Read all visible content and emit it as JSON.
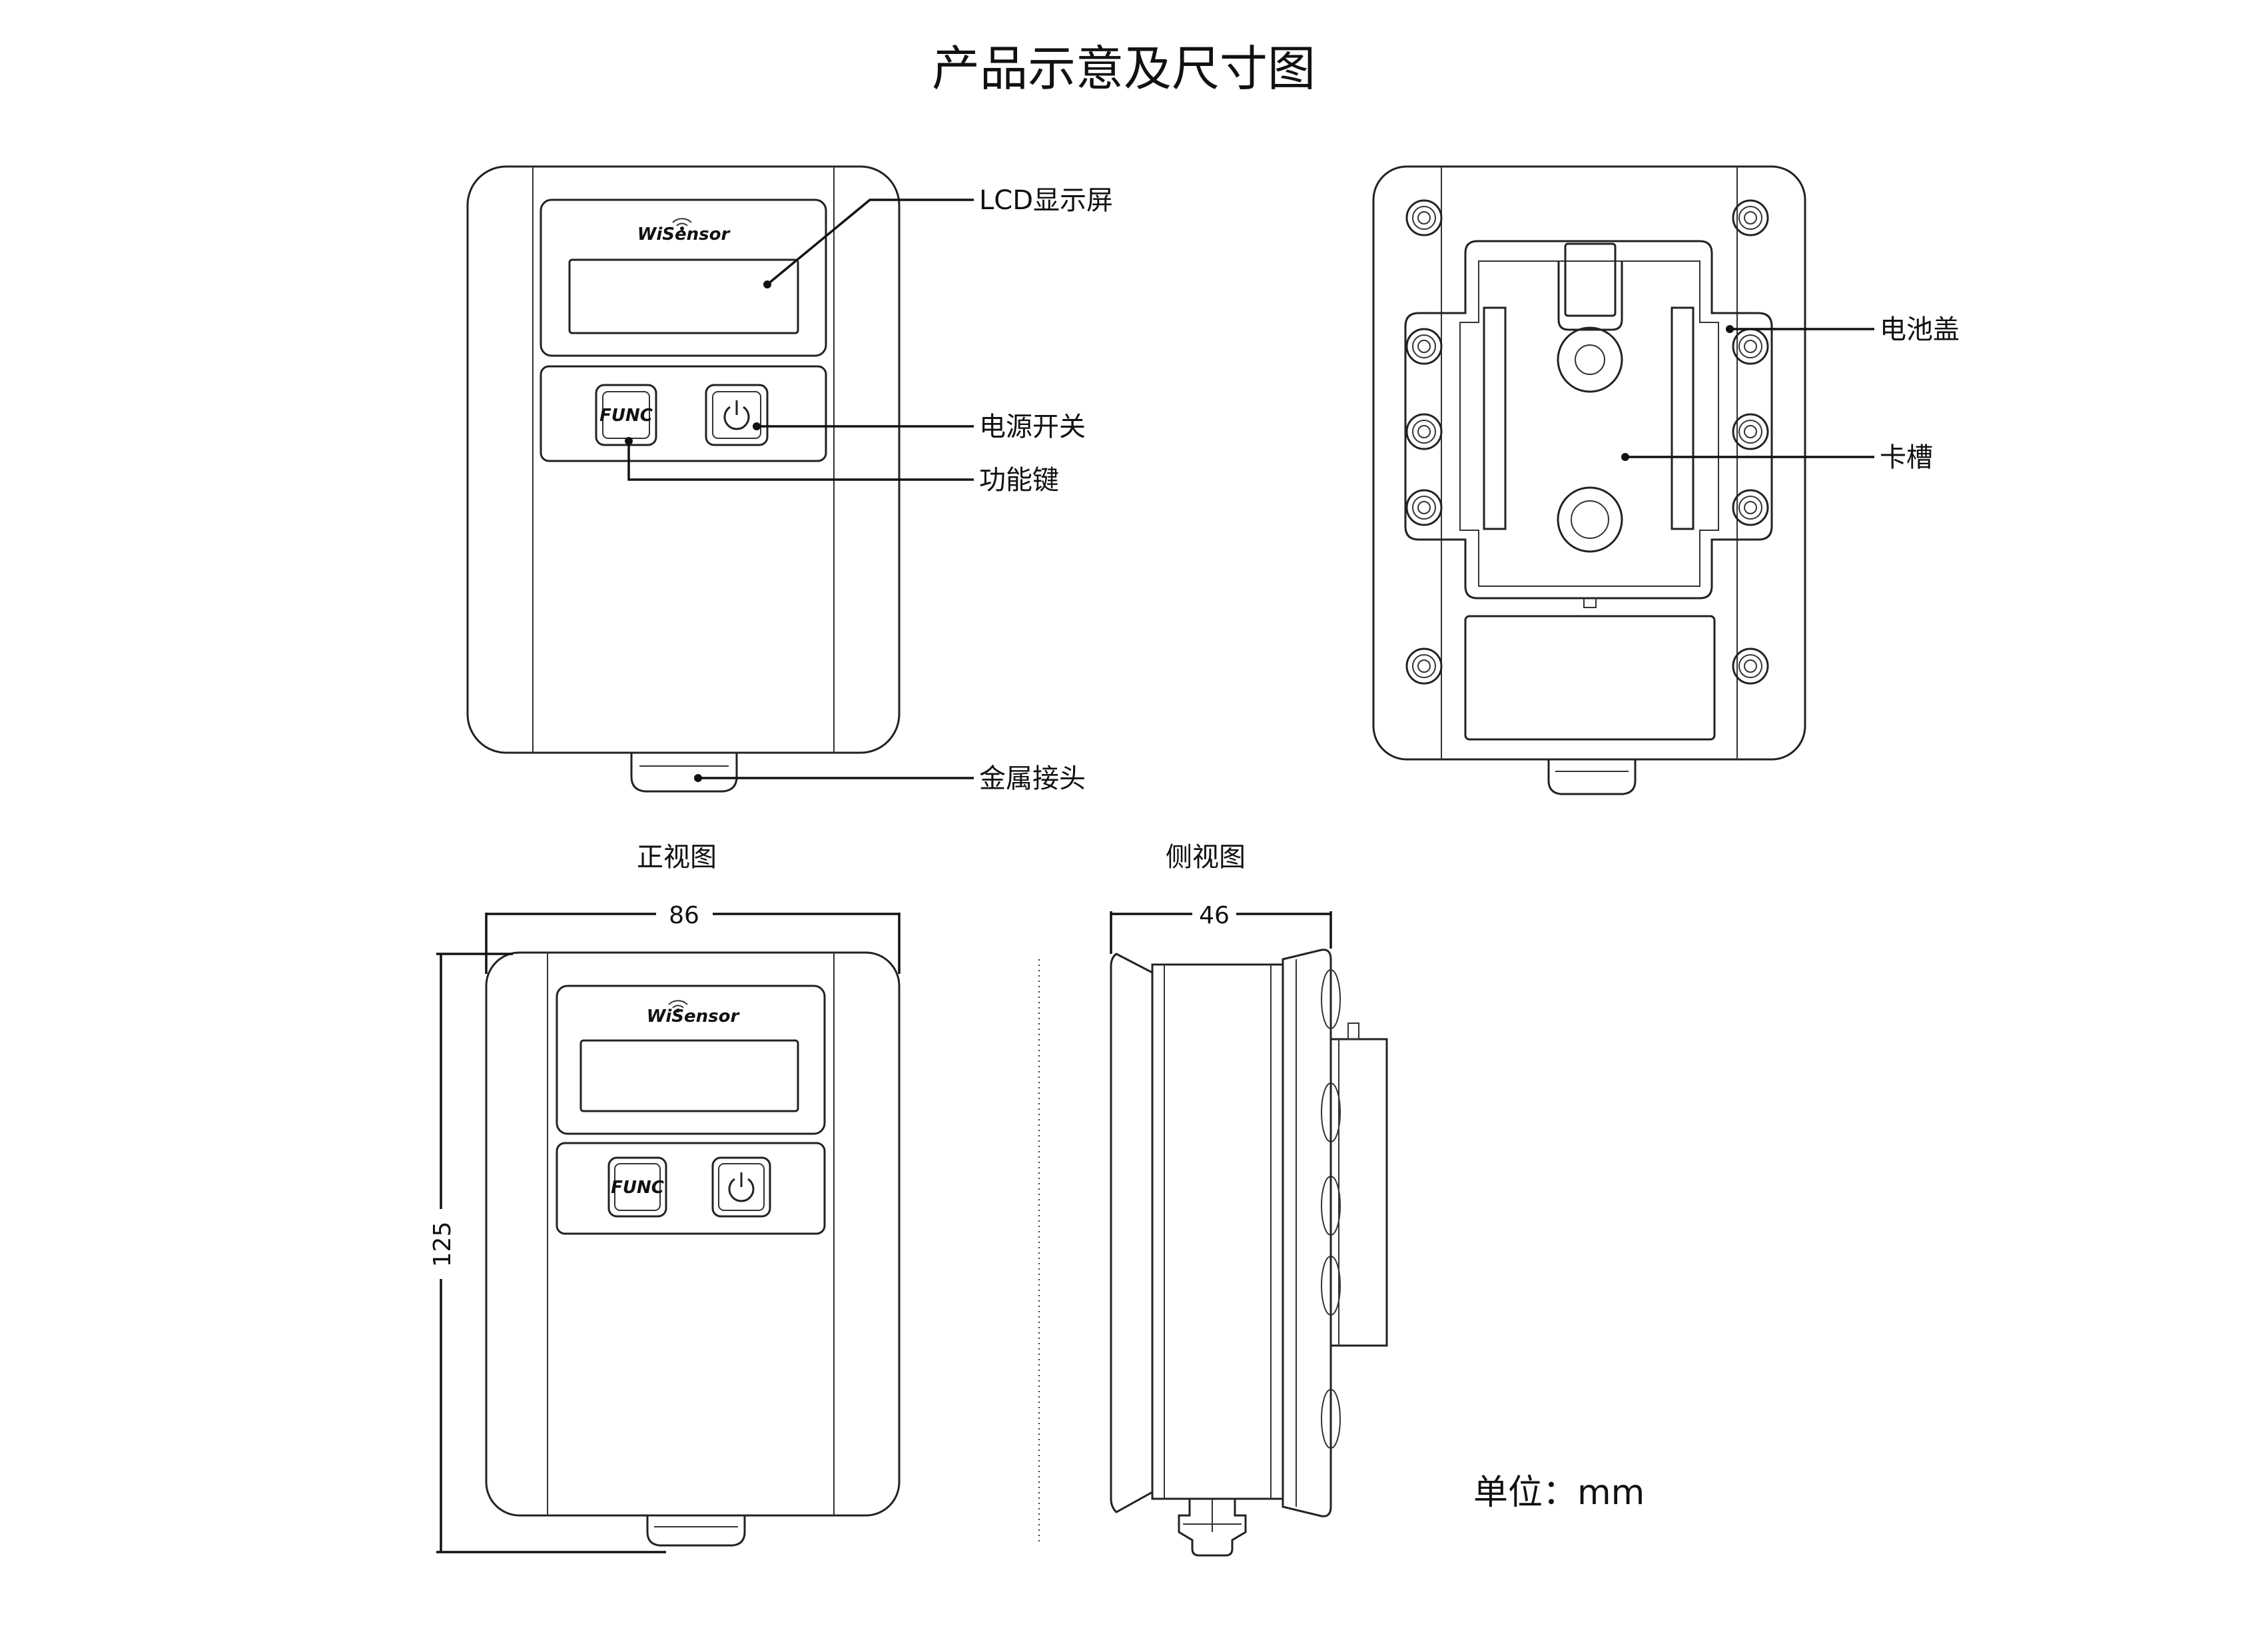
{
  "title": "产品示意及尺寸图",
  "front_view": {
    "caption": "正视图",
    "brand": "WiSensor",
    "func_key": "FUNC",
    "callouts": {
      "lcd": "LCD显示屏",
      "power": "电源开关",
      "func": "功能键",
      "connector": "金属接头"
    }
  },
  "back_view": {
    "callouts": {
      "battery_cover": "电池盖",
      "slot": "卡槽"
    }
  },
  "side_view": {
    "caption": "侧视图"
  },
  "dimensions": {
    "width": "86",
    "height": "125",
    "depth": "46"
  },
  "unit_note": "单位：mm",
  "icons": [
    "wifi-icon",
    "power-icon"
  ]
}
